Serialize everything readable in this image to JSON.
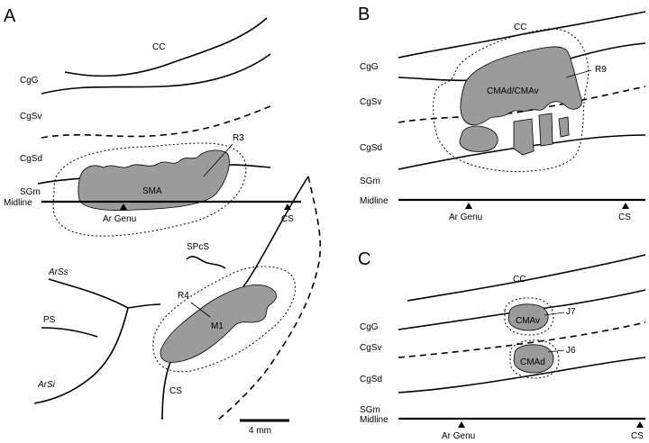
{
  "panelA": {
    "letter": "A",
    "cc": "CC",
    "cgg": "CgG",
    "cgsv": "CgSv",
    "cgsd": "CgSd",
    "sgm": "SGm",
    "midline": "Midline",
    "ar_genu": "Ar Genu",
    "cs_marker": "CS",
    "region_sma": "SMA",
    "label_r3": "R3",
    "spcs": "SPcS",
    "arss": "ArSs",
    "ps": "PS",
    "arsi": "ArSi",
    "label_r4": "R4",
    "region_m1": "M1",
    "cs_sulcus": "CS",
    "scalebar": "4 mm"
  },
  "panelB": {
    "letter": "B",
    "cc": "CC",
    "cgg": "CgG",
    "cgsv": "CgSv",
    "cgsd": "CgSd",
    "sgm": "SGm",
    "midline": "Midline",
    "ar_genu": "Ar Genu",
    "cs_marker": "CS",
    "region": "CMAd/CMAv",
    "label_r9": "R9"
  },
  "panelC": {
    "letter": "C",
    "cc": "CC",
    "cgg": "CgG",
    "cgsv": "CgSv",
    "cgsd": "CgSd",
    "sgm": "SGm",
    "midline": "Midline",
    "ar_genu": "Ar Genu",
    "cs_marker": "CS",
    "region_cmav": "CMAv",
    "region_cmad": "CMAd",
    "label_j7": "J7",
    "label_j6": "J6"
  }
}
